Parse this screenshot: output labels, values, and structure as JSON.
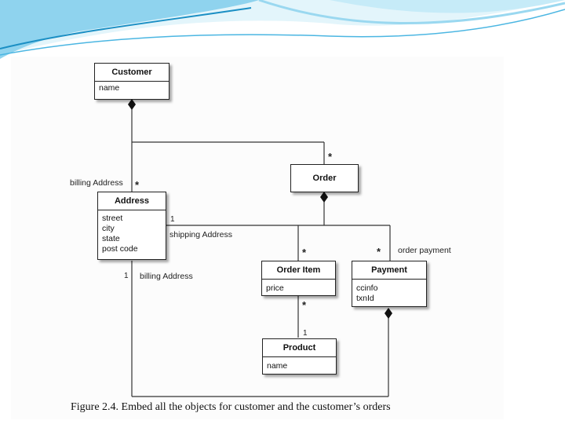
{
  "classes": {
    "customer": {
      "name": "Customer",
      "attrs": [
        "name"
      ]
    },
    "order": {
      "name": "Order",
      "attrs": []
    },
    "address": {
      "name": "Address",
      "attrs": [
        "street",
        "city",
        "state",
        "post code"
      ]
    },
    "order_item": {
      "name": "Order Item",
      "attrs": [
        "price"
      ]
    },
    "payment": {
      "name": "Payment",
      "attrs": [
        "ccinfo",
        "txnId"
      ]
    },
    "product": {
      "name": "Product",
      "attrs": [
        "name"
      ]
    }
  },
  "labels": {
    "billing_address_top": "billing Address",
    "shipping_address": "shipping Address",
    "billing_address_bottom": "billing Address",
    "order_payment": "order payment"
  },
  "multiplicities": {
    "many": "*",
    "one": "1"
  },
  "caption": "Figure 2.4. Embed all the objects for customer and the customer’s orders",
  "colors": {
    "wave_light": "#d3eef8",
    "wave_mid": "#5fc0e6",
    "wave_dark": "#1b8fc4"
  }
}
